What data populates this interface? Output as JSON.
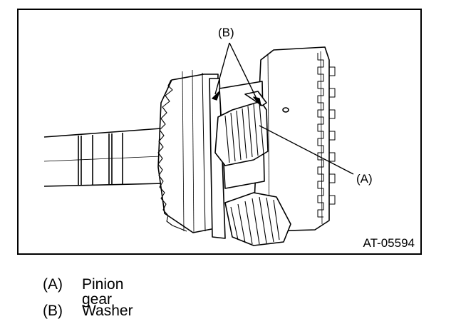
{
  "figure": {
    "figure_id": "AT-05594",
    "callouts": {
      "a": "(A)",
      "b": "(B)"
    }
  },
  "legend": [
    {
      "key": "(A)",
      "text": "Pinion gear"
    },
    {
      "key": "(B)",
      "text": "Washer"
    }
  ],
  "colors": {
    "line": "#000000",
    "background": "#ffffff"
  }
}
